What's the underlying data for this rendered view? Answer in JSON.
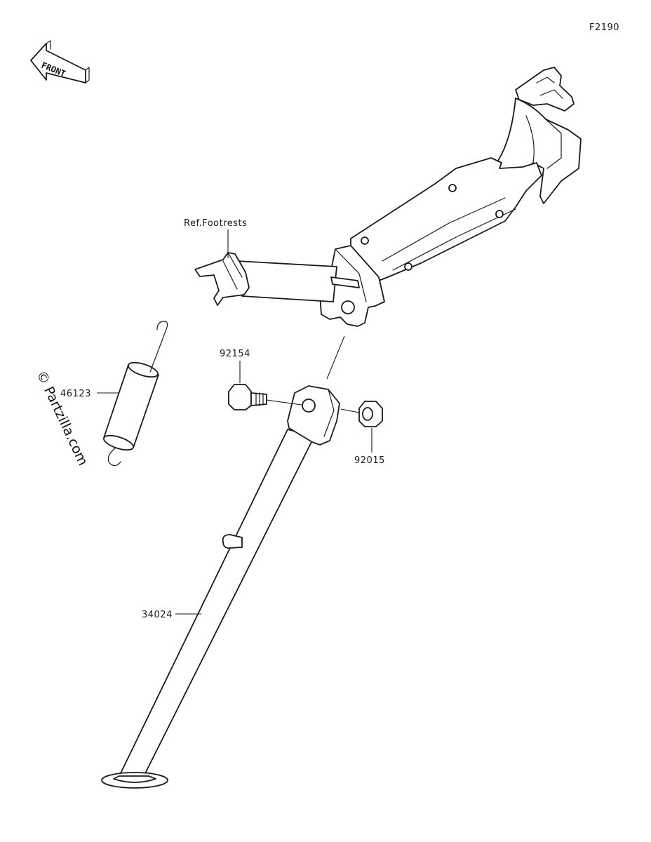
{
  "diagram_code": "F2190",
  "front_label": "FRONT",
  "watermark": "© Partzilla.com",
  "callouts": {
    "ref_footrests": "Ref.Footrests",
    "bolt": "92154",
    "spring": "46123",
    "nut": "92015",
    "stand": "34024"
  }
}
